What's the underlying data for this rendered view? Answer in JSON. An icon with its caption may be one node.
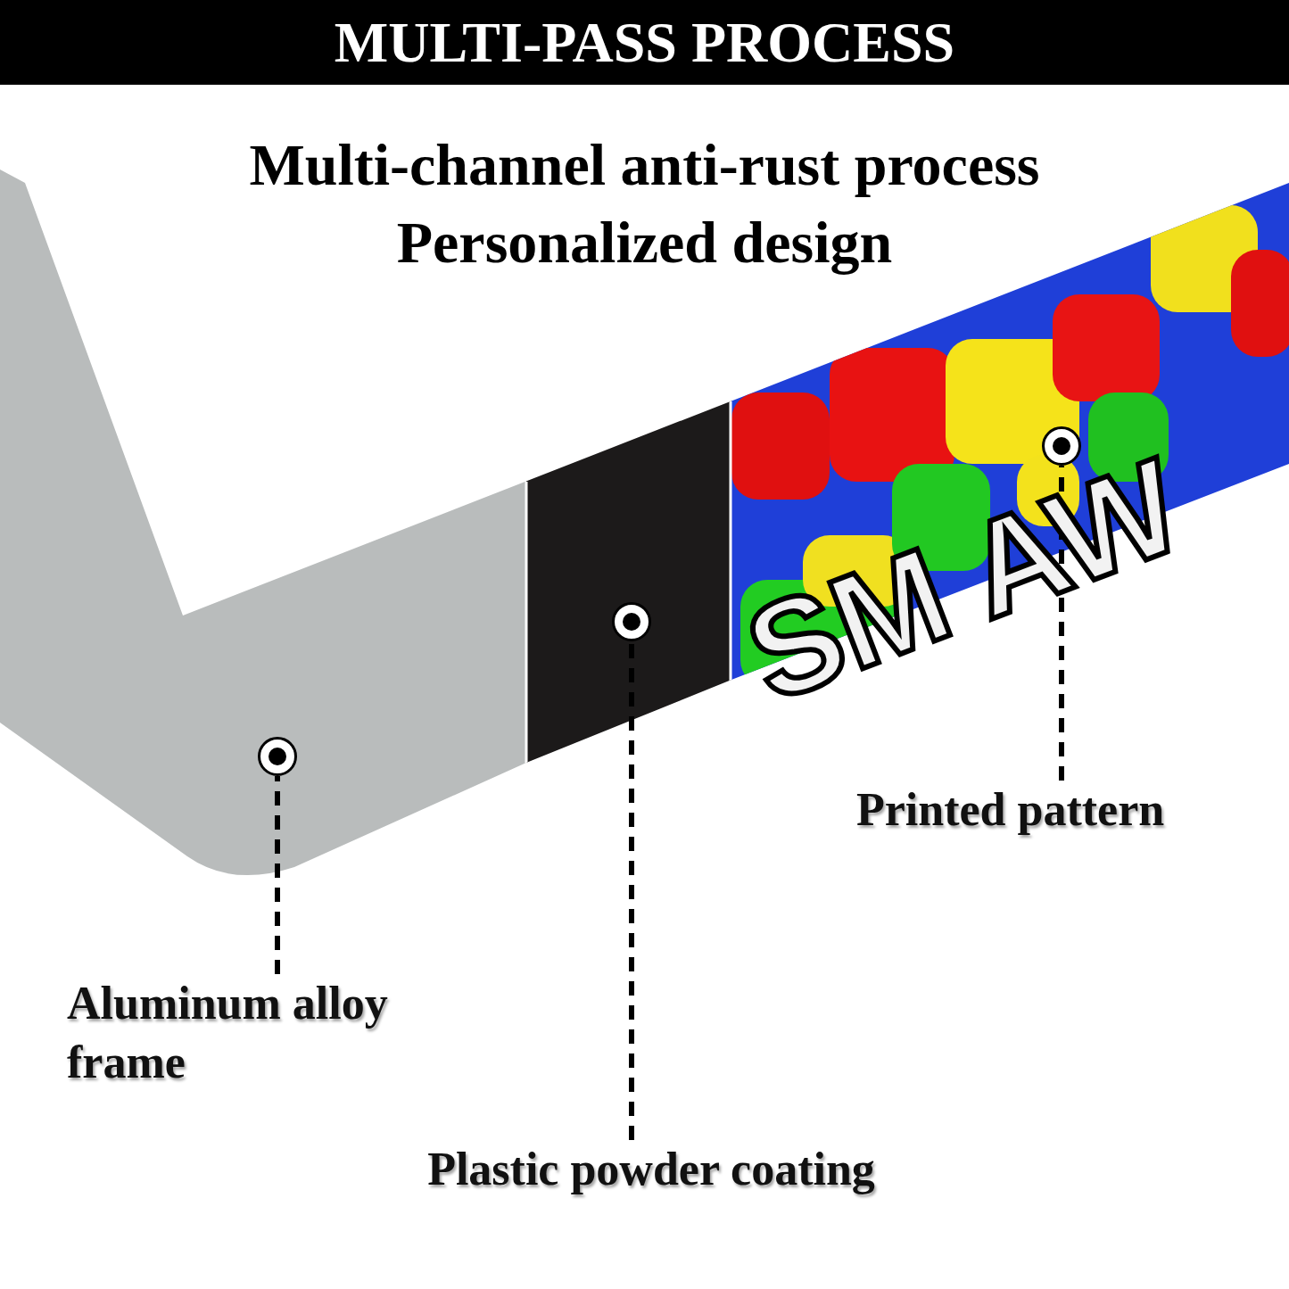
{
  "diagram": {
    "title": "MULTI-PASS PROCESS",
    "nodes": [
      {
        "text": [],
        "shape": "circle"
      },
      {
        "text": [],
        "shape": "circle"
      },
      {
        "text": [],
        "shape": "circle"
      },
      {
        "text": [
          "Printed pattern"
        ]
      },
      {
        "text": [
          "Aluminum alloy frame"
        ]
      },
      {
        "text": [
          "Plastic powder coating"
        ]
      }
    ],
    "edges": [
      {
        "from": 3,
        "to": 0,
        "arrow": "none",
        "style": "dashed"
      },
      {
        "from": 4,
        "to": 2,
        "arrow": "none",
        "style": "dashed"
      },
      {
        "from": 5,
        "to": 1,
        "arrow": "none",
        "style": "dashed"
      }
    ],
    "labels": [
      "Multi-channel anti-rust process",
      "Personalized design",
      "SM AW"
    ]
  }
}
